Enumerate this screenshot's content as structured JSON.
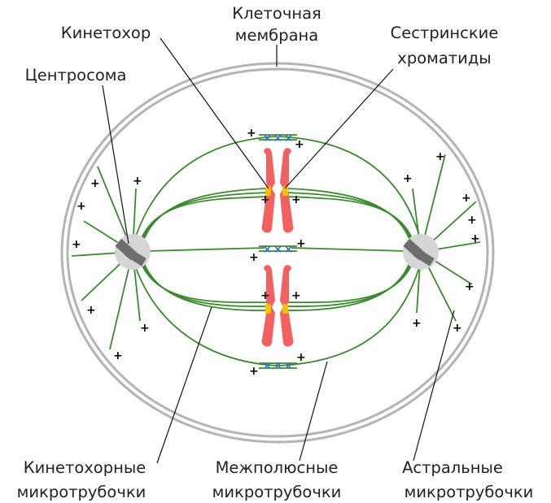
{
  "labels": {
    "membrane_line1": "Клеточная",
    "membrane_line2": "мембрана",
    "kinetochore": "Кинетохор",
    "sister_line1": "Сестринские",
    "sister_line2": "хроматиды",
    "centrosome": "Центросома",
    "kinetochore_mt_line1": "Кинетохорные",
    "kinetochore_mt_line2": "микротрубочки",
    "polar_mt_line1": "Межполюсные",
    "polar_mt_line2": "микротрубочки",
    "astral_mt_line1": "Астральные",
    "astral_mt_line2": "микротрубочки"
  },
  "symbols": {
    "plus": "+",
    "cross": "×"
  },
  "colors": {
    "membrane": "#b4b4b4",
    "microtubule": "#3b8a2e",
    "chromosome": "#f2605f",
    "kinetochore": "#ffc000",
    "centrosome_halo": "#d6d6d6",
    "centriole": "#6d6d6d",
    "motor_cross": "#2c6fd1"
  }
}
